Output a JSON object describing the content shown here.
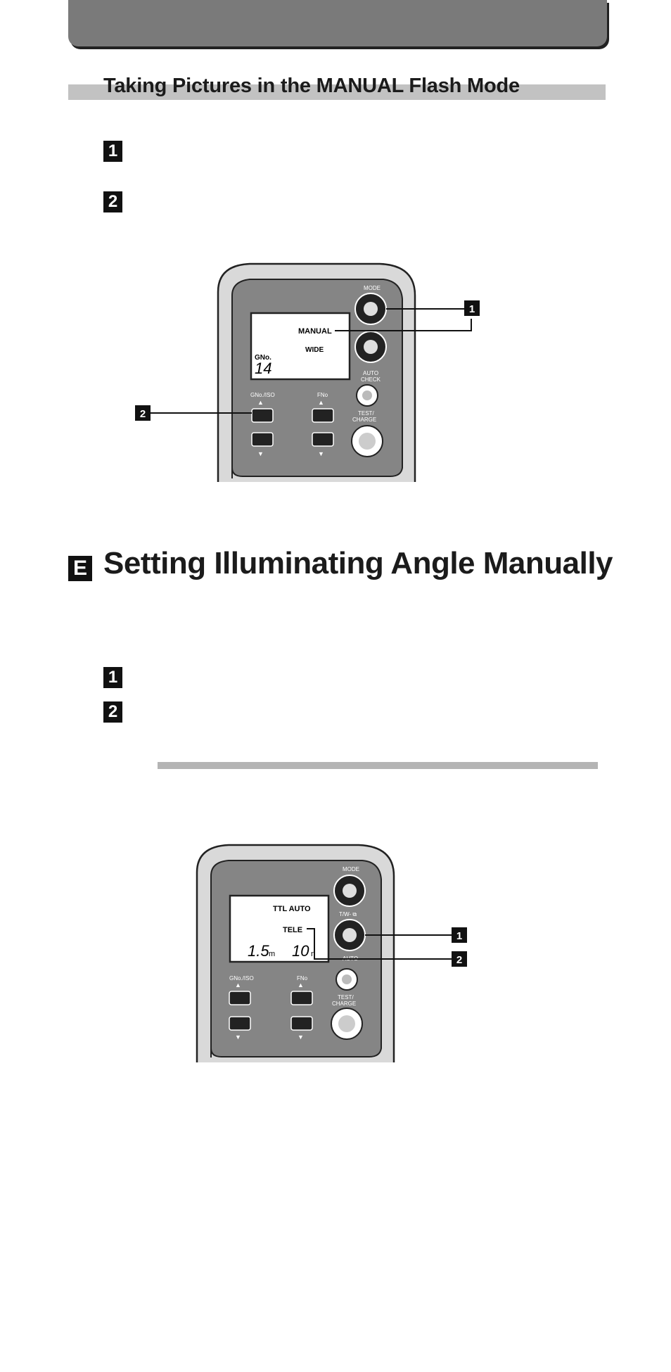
{
  "subsection": {
    "title": "Taking Pictures in the MANUAL Flash Mode"
  },
  "manual_steps": {
    "step1": "1",
    "step2": "2"
  },
  "section_e": {
    "letter": "E",
    "title": "Setting Illuminating Angle Manually"
  },
  "angle_steps": {
    "step1": "1",
    "step2": "2"
  },
  "diagram1": {
    "mode_label": "MODE",
    "lcd_mode": "MANUAL",
    "lcd_zoom": "WIDE",
    "lcd_gno_label": "GNo.",
    "lcd_gno_value": "14",
    "auto_check_label_1": "AUTO",
    "auto_check_label_2": "CHECK",
    "gno_iso_label": "GNo./ISO",
    "fno_label": "FNo",
    "test_charge_label_1": "TEST/",
    "test_charge_label_2": "CHARGE",
    "callout_1": "1",
    "callout_2": "2"
  },
  "diagram2": {
    "mode_label": "MODE",
    "tw_label": "T/W- ⧉",
    "lcd_mode": "TTL AUTO",
    "lcd_zoom": "TELE",
    "lcd_distance_value": "1.5",
    "lcd_distance_unit": "m",
    "lcd_second_value": "10",
    "lcd_second_unit": "n",
    "auto_label": "AUTO",
    "gno_iso_label": "GNo./ISO",
    "fno_label": "FNo",
    "test_charge_label_1": "TEST/",
    "test_charge_label_2": "CHARGE",
    "callout_1": "1",
    "callout_2": "2"
  },
  "colors": {
    "header_tab": "#7a7a7a",
    "subhead_bar": "#c2c2c2",
    "rule": "#b4b4b4"
  }
}
